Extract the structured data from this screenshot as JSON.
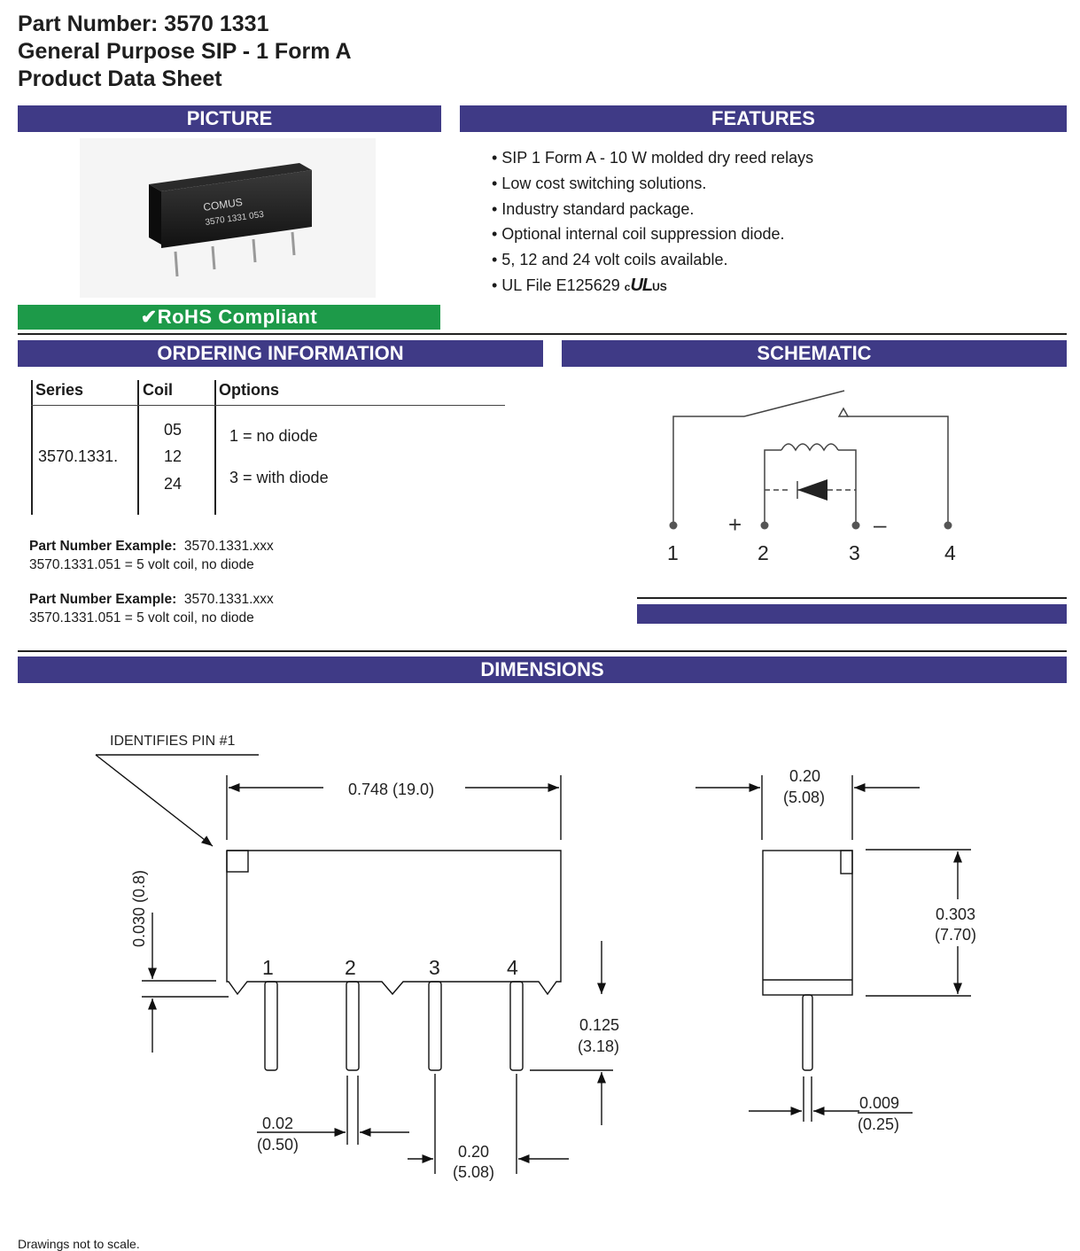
{
  "header": {
    "line1": "Part Number: 3570 1331",
    "line2": "General Purpose SIP - 1 Form A",
    "line3": "Product Data Sheet"
  },
  "sections": {
    "picture": "PICTURE",
    "features": "FEATURES",
    "ordering": "ORDERING INFORMATION",
    "schematic": "SCHEMATIC",
    "dimensions": "DIMENSIONS"
  },
  "picture": {
    "brand": "COMUS",
    "part_marking": "3570 1331 053"
  },
  "rohs": "RoHS Compliant",
  "features": [
    "• SIP 1 Form A - 10 W molded dry reed relays",
    "• Low cost switching solutions.",
    "• Industry standard package.",
    "• Optional internal coil suppression diode.",
    "• 5, 12 and 24 volt coils available.",
    "• UL File E125629"
  ],
  "ul_mark": {
    "c": "c",
    "logo": "UL",
    "us": "US"
  },
  "ordering": {
    "headers": [
      "Series",
      "Coil",
      "Options"
    ],
    "series": "3570.1331.",
    "coils": [
      "05",
      "12",
      "24"
    ],
    "options": [
      "1 = no diode",
      "3 = with diode"
    ],
    "examples": [
      {
        "label": "Part Number Example:",
        "value": "3570.1331.xxx",
        "detail": "3570.1331.051 = 5 volt coil, no diode"
      },
      {
        "label": "Part Number Example:",
        "value": "3570.1331.xxx",
        "detail": "3570.1331.051 = 5 volt coil, no diode"
      }
    ]
  },
  "schematic": {
    "pins": [
      "1",
      "2",
      "3",
      "4"
    ],
    "plus": "+",
    "minus": "–"
  },
  "dimensions": {
    "pin1_note": "IDENTIFIES PIN #1",
    "length": "0.748 (19.0)",
    "standoff": "0.030 (0.8)",
    "pin_length_in": "0.125",
    "pin_length_mm": "(3.18)",
    "pin_width_in": "0.02",
    "pin_width_mm": "(0.50)",
    "pitch_in": "0.20",
    "pitch_mm": "(5.08)",
    "side_width_in": "0.20",
    "side_width_mm": "(5.08)",
    "height_in": "0.303",
    "height_mm": "(7.70)",
    "pin_thick_in": "0.009",
    "pin_thick_mm": "(0.25)",
    "pin_labels": [
      "1",
      "2",
      "3",
      "4"
    ]
  },
  "footnote": "Drawings not to scale."
}
